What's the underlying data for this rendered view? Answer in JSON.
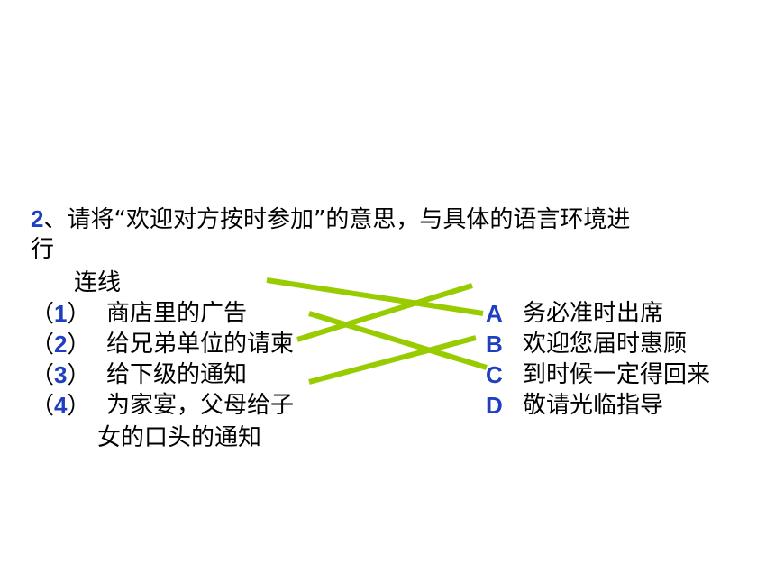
{
  "question": {
    "number": "2",
    "prompt_line1": "、请将“欢迎对方按时参加”的意思，与具体的语言环境进",
    "prompt_line2": "行",
    "prompt_line3": "连线"
  },
  "left_items": [
    {
      "open": "（",
      "num": "1",
      "close": "）",
      "text": "商店里的广告"
    },
    {
      "open": "（",
      "num": "2",
      "close": "）",
      "text": "给兄弟单位的请柬"
    },
    {
      "open": "（",
      "num": "3",
      "close": "）",
      "text": "给下级的通知"
    },
    {
      "open": "（",
      "num": "4",
      "close": "）",
      "text": "为家宴，父母给子",
      "continuation": "女的口头的通知"
    }
  ],
  "right_items": [
    {
      "letter": "A",
      "text": "务必准时出席"
    },
    {
      "letter": "B",
      "text": "欢迎您届时惠顾"
    },
    {
      "letter": "C",
      "text": "到时候一定得回来"
    },
    {
      "letter": "D",
      "text": "敬请光临指导"
    }
  ],
  "colors": {
    "connector": "#99cc00",
    "label_blue": "#1f3fc0"
  }
}
